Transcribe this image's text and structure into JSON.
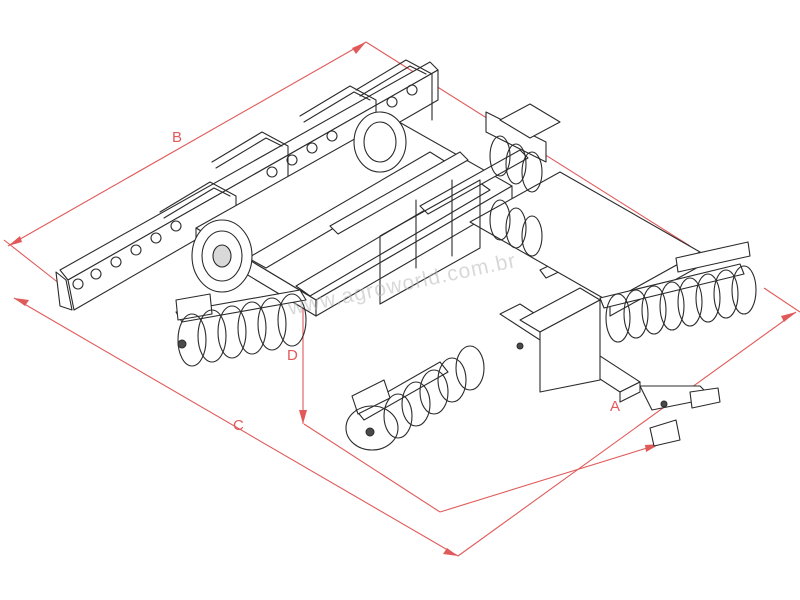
{
  "dimensions": {
    "a": {
      "label": "A"
    },
    "b": {
      "label": "B"
    },
    "c": {
      "label": "C"
    },
    "d": {
      "label": "D"
    }
  },
  "watermark": "www.agroworld.com.br",
  "colors": {
    "dimension": "#e05a5a",
    "linework": "#2b2b2b",
    "background": "#ffffff"
  }
}
